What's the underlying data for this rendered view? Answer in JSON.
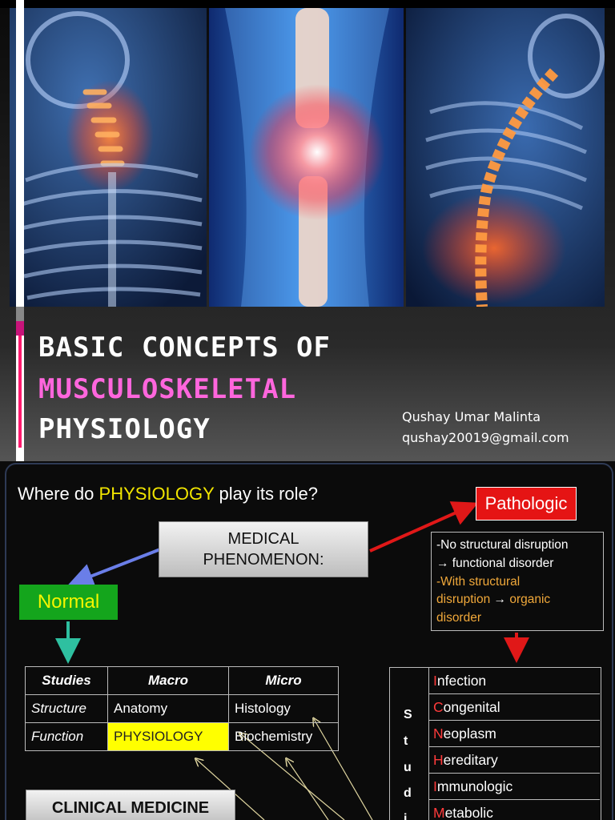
{
  "cover": {
    "title_line1": "BASIC CONCEPTS OF",
    "title_line2": "MUSCULOSKELETAL",
    "title_line3": "PHYSIOLOGY",
    "author": "Qushay Umar Malinta",
    "email": "qushay20019@gmail.com",
    "images": [
      "neck-xray-image",
      "knee-xray-image",
      "spine-xray-image"
    ],
    "colors": {
      "title": "#ffffff",
      "highlight": "#ff66dd",
      "accent_magenta": "#c8147a"
    }
  },
  "slide2": {
    "question_prefix": "Where  do",
    "question_highlight": "PHYSIOLOGY",
    "question_suffix": "play its role?",
    "medical_line1": "MEDICAL",
    "medical_line2": "PHENOMENON:",
    "pathologic": "Pathologic",
    "normal": "Normal",
    "pathologic_desc": {
      "line1": "-No structural disruption",
      "line2": "→ functional  disorder",
      "line3": "-With structural",
      "line4": "disruption",
      "line4_arrow": "→",
      "line4b": " organic",
      "line5": "disorder"
    },
    "table": {
      "headers": [
        "Studies",
        "Macro",
        "Micro"
      ],
      "rows": [
        [
          "Structure",
          "Anatomy",
          "Histology"
        ],
        [
          "Function",
          "PHYSIOLOGY",
          "Biochemistry"
        ]
      ]
    },
    "etiology_label_letters": [
      "S",
      "t",
      "u",
      "d",
      "i"
    ],
    "etiology": [
      {
        "first": "I",
        "rest": "nfection"
      },
      {
        "first": "C",
        "rest": "ongenital"
      },
      {
        "first": "N",
        "rest": "eoplasm"
      },
      {
        "first": "H",
        "rest": "ereditary"
      },
      {
        "first": "I",
        "rest": "mmunologic"
      },
      {
        "first": "M",
        "rest": "etabolic"
      }
    ],
    "clinical": "CLINICAL MEDICINE",
    "colors": {
      "pathologic_bg": "#e51414",
      "normal_bg": "#14a51c",
      "normal_text": "#f5f500",
      "highlight": "#ffff00"
    }
  }
}
